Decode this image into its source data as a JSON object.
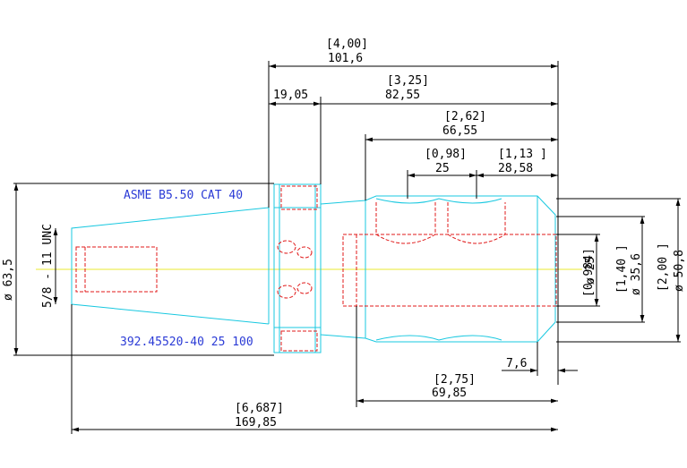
{
  "notes": {
    "standard": "ASME B5.50 CAT 40",
    "part_number": "392.45520-40 25 100"
  },
  "dimensions": {
    "overall_len_in": "[4,00]",
    "overall_len_mm": "101,6",
    "flange": "19,05",
    "body_len_in": "[3,25]",
    "body_len_mm": "82,55",
    "bore_len_in": "[2,62]",
    "bore_len_mm": "66,55",
    "screw1_in": "[0,98]",
    "screw1_mm": "25",
    "screw2_in": "[1,13 ]",
    "screw2_mm": "28,58",
    "flange_dia": "ø 63,5",
    "thread": "5/8 - 11 UNC",
    "bore_dia_in": "[0,984]",
    "bore_dia_mm": "ø 25",
    "dia2_in": "[1,40 ]",
    "dia2_mm": "ø 35,6",
    "dia3_in": "[2,00 ]",
    "dia3_mm": "ø 50,8",
    "chamfer": "7,6",
    "depth_in": "[2,75]",
    "depth_mm": "69,85",
    "total_in": "[6,687]",
    "total_mm": "169,85"
  }
}
